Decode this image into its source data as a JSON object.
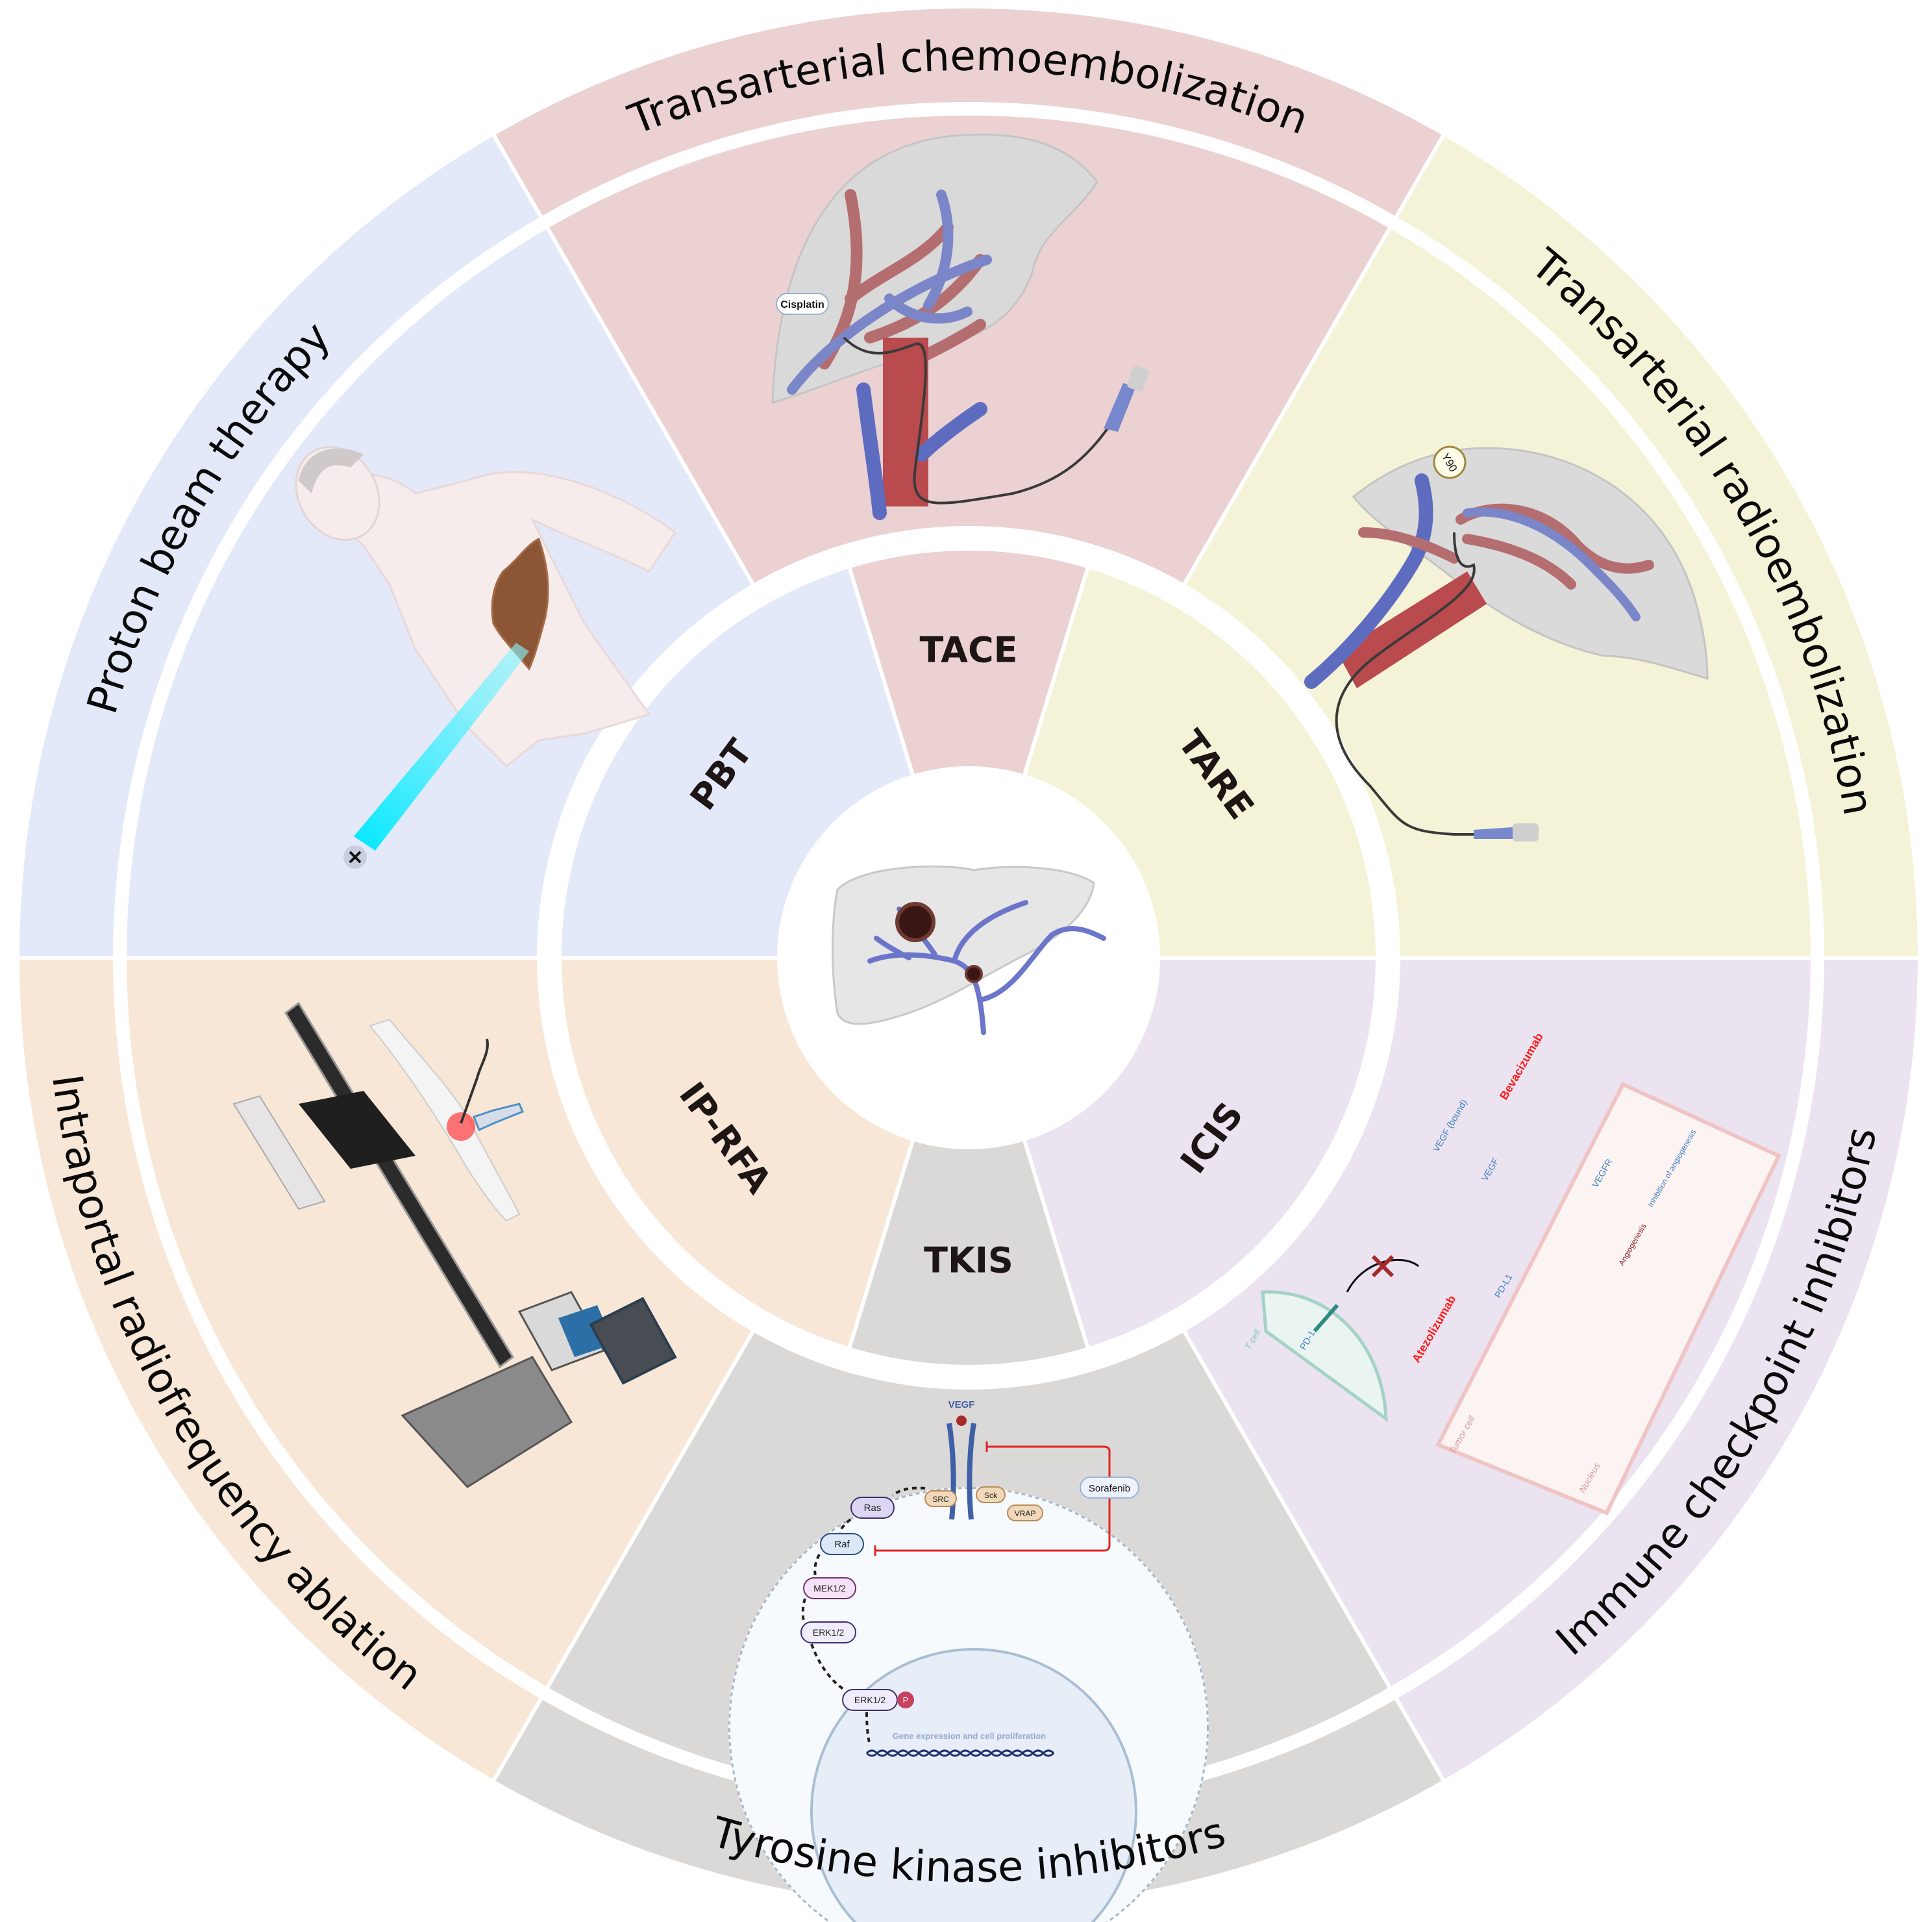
{
  "title": "Treatment strategies for hepatocellular carcinoma with portal vein tumor thrombus",
  "sectors": [
    {
      "key": "tace",
      "abbr": "TACE",
      "name": "Transarterial chemoembolization",
      "color": "#ebd1d2"
    },
    {
      "key": "tare",
      "abbr": "TARE",
      "name": "Transarterial radioembolization",
      "color": "#f4f3d7"
    },
    {
      "key": "icis",
      "abbr": "ICIS",
      "name": "Immune checkpoint inhibitors",
      "color": "#ebe3f0"
    },
    {
      "key": "tkis",
      "abbr": "TKIS",
      "name": "Tyrosine kinase inhibitors",
      "color": "#dad9d7"
    },
    {
      "key": "iprfa",
      "abbr": "IP-RFA",
      "name": "Intraportal radiofrequency ablation",
      "color": "#f8e7d6"
    },
    {
      "key": "pbt",
      "abbr": "PBT",
      "name": "Proton beam therapy",
      "color": "#e3e9f8"
    }
  ],
  "tace_panel": {
    "drug_label": "Cisplatin"
  },
  "tare_panel": {
    "isotope_label": "Y90"
  },
  "icis_panel": {
    "bevacizumab": "Bevacizumab",
    "vegf_bound": "VEGF (bound)",
    "vegf": "VEGF",
    "vegfr": "VEGFR",
    "inhibition": "Inhibition of angiogenesis",
    "angiogenesis": "Angiogenesis",
    "atezolizumab": "Atezolizumab",
    "pd1": "PD-1",
    "pdl1": "PD-L1",
    "tcell": "T cell",
    "tumor_cell": "Tumor cell",
    "nucleus": "Nucleus"
  },
  "tkis_panel": {
    "vegf": "VEGF",
    "sorafenib": "Sorafenib",
    "src": "SRC",
    "sck": "Sck",
    "vrap": "VRAP",
    "ras": "Ras",
    "raf": "Raf",
    "mek": "MEK1/2",
    "erk": "ERK1/2",
    "erk_p": "ERK1/2",
    "p": "P",
    "gene_expr": "Gene expression and cell proliferation"
  },
  "colors": {
    "separator": "#ffffff",
    "artery": "#b5676a",
    "vein": "#6f7fc4",
    "liver": "#dcdcdc",
    "inhibit": "#e0231f"
  }
}
